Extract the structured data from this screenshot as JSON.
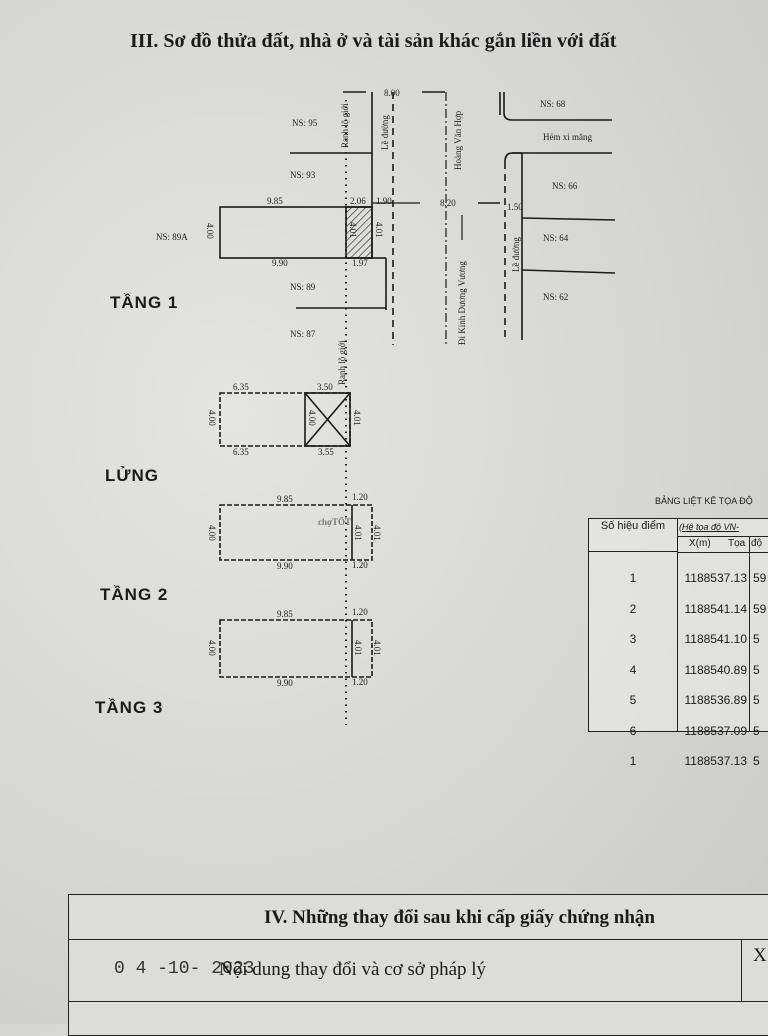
{
  "section_title": "III. Sơ đồ thửa đất, nhà ở và tài sản khác gắn liền với đất",
  "floors": {
    "f1": "TẦNG 1",
    "mezz": "LỬNG",
    "f2": "TẦNG 2",
    "f3": "TẦNG 3"
  },
  "map": {
    "ns95": "NS: 95",
    "ns93": "NS: 93",
    "ns89a": "NS: 89A",
    "ns89": "NS: 89",
    "ns87": "NS: 87",
    "ns68": "NS: 68",
    "ns66": "NS: 66",
    "ns64": "NS: 64",
    "ns62": "NS: 62",
    "hem": "Hẻm xi măng",
    "le_duong": "Lề đường",
    "ranh": "Ranh lộ giới",
    "street1": "Hoàng Văn Hợp",
    "street2": "Đi Kinh Dương Vương",
    "d800": "8.00",
    "d820": "8.20",
    "d150": "1.50",
    "d985": "9.85",
    "d206": "2.06",
    "d190": "1.90",
    "d400": "4.00",
    "d401": "4.01",
    "d990": "9.90",
    "d197": "1.97"
  },
  "mezz": {
    "d635": "6.35",
    "d350": "3.50",
    "d355": "3.55",
    "d400": "4.00",
    "d401": "4.01"
  },
  "floor2": {
    "d985": "9.85",
    "d120": "1.20",
    "d990": "9.90",
    "d400": "4.00",
    "d401": "4.01"
  },
  "floor3": {
    "d985": "9.85",
    "d120": "1.20",
    "d990": "9.90",
    "d400": "4.00",
    "d401": "4.01"
  },
  "watermark": "chợTỐT",
  "coord_table": {
    "title": "BẢNG LIỆT KÊ TỌA ĐỘ",
    "col_point": "Số hiệu điểm",
    "col_system": "(Hệ tọa độ VN-",
    "col_x": "X(m)",
    "col_toado": "Tọa",
    "col_y": "độ",
    "rows": [
      {
        "p": "1",
        "x": "1188537.13",
        "y": "59"
      },
      {
        "p": "2",
        "x": "1188541.14",
        "y": "59"
      },
      {
        "p": "3",
        "x": "1188541.10",
        "y": "5"
      },
      {
        "p": "4",
        "x": "1188540.89",
        "y": "5"
      },
      {
        "p": "5",
        "x": "1188536.89",
        "y": "5"
      },
      {
        "p": "6",
        "x": "1188537.09",
        "y": "5"
      },
      {
        "p": "1",
        "x": "1188537.13",
        "y": "5"
      }
    ]
  },
  "changes": {
    "title": "IV. Những thay đổi sau khi cấp giấy chứng nhận",
    "date": "0 4 -10- 2023",
    "content_header": "Nội dung thay đổi và cơ sở pháp lý",
    "x_col": "X"
  }
}
